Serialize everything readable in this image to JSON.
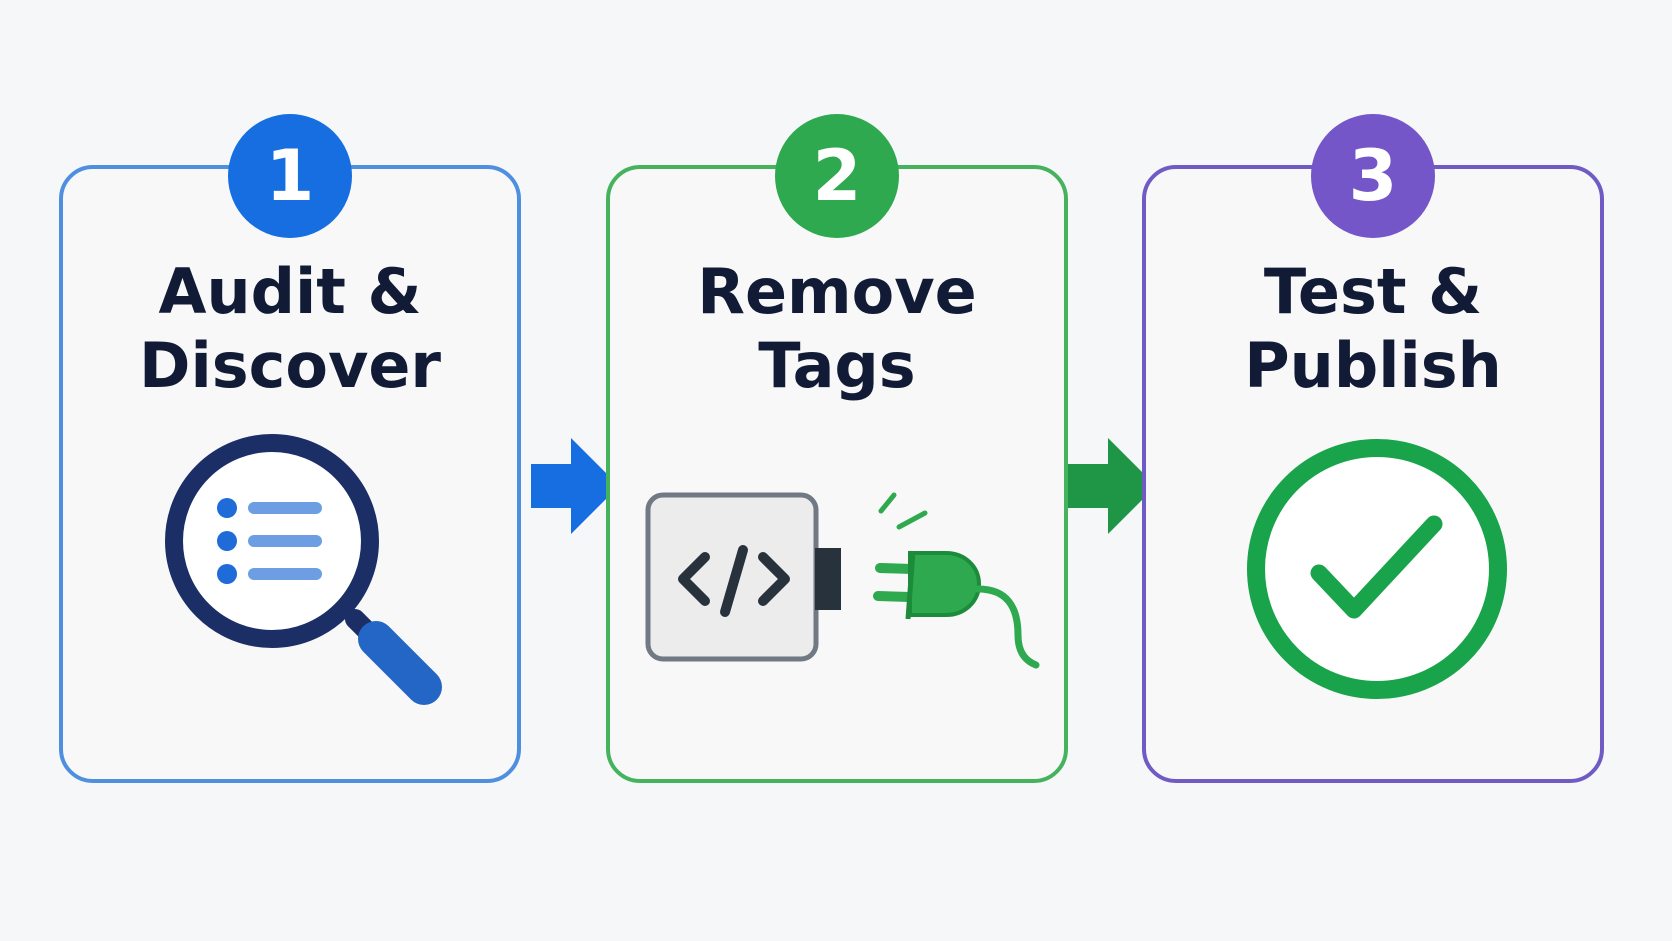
{
  "steps": [
    {
      "number": "1",
      "title_line_1": "Audit &",
      "title_line_2": "Discover",
      "accent_color": "#4f8fe0",
      "badge_color": "#176ee0",
      "icon": "magnifying-glass-list-icon"
    },
    {
      "number": "2",
      "title_line_1": "Remove",
      "title_line_2": "Tags",
      "accent_color": "#45b35e",
      "badge_color": "#2ea94f",
      "icon": "code-unplug-icon"
    },
    {
      "number": "3",
      "title_line_1": "Test &",
      "title_line_2": "Publish",
      "accent_color": "#6f5bc3",
      "badge_color": "#7556c8",
      "icon": "checkmark-circle-icon"
    }
  ],
  "connectors": [
    {
      "from": "1",
      "to": "2",
      "color": "#176ee0",
      "icon": "arrow-right-icon"
    },
    {
      "from": "2",
      "to": "3",
      "color": "#1f9646",
      "icon": "arrow-right-icon"
    }
  ]
}
